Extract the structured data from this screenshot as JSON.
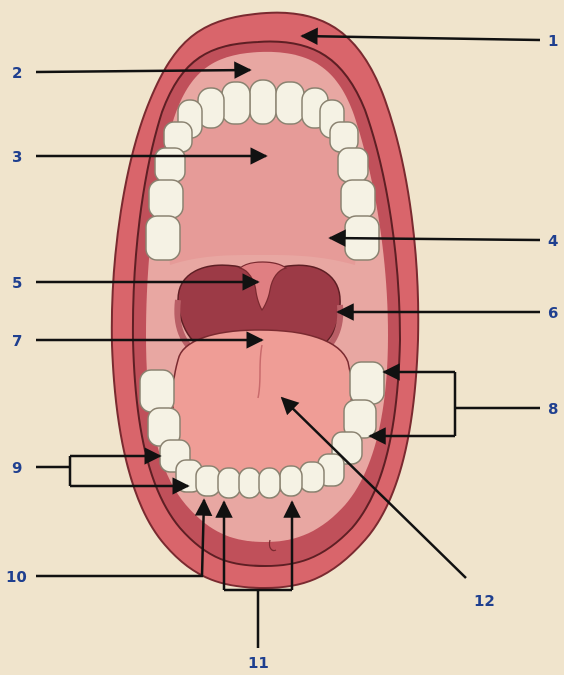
{
  "diagram": {
    "subject": "open-mouth anatomy",
    "labels": [
      {
        "id": "label-1",
        "text": "1"
      },
      {
        "id": "label-2",
        "text": "2"
      },
      {
        "id": "label-3",
        "text": "3"
      },
      {
        "id": "label-4",
        "text": "4"
      },
      {
        "id": "label-5",
        "text": "5"
      },
      {
        "id": "label-6",
        "text": "6"
      },
      {
        "id": "label-7",
        "text": "7"
      },
      {
        "id": "label-8",
        "text": "8"
      },
      {
        "id": "label-9",
        "text": "9"
      },
      {
        "id": "label-10",
        "text": "10"
      },
      {
        "id": "label-11",
        "text": "11"
      },
      {
        "id": "label-12",
        "text": "12"
      }
    ],
    "colors": {
      "background": "#f0e4cc",
      "lip": "#d9656b",
      "lip_edge": "#b8444d",
      "oral_cavity": "#e8a7a2",
      "palate": "#e69a97",
      "throat": "#9c3a46",
      "tongue": "#ef9d96",
      "tooth": "#f5f2e4",
      "tooth_edge": "#8a8270",
      "label_text": "#1f3f8f",
      "pointer": "#111111"
    }
  }
}
